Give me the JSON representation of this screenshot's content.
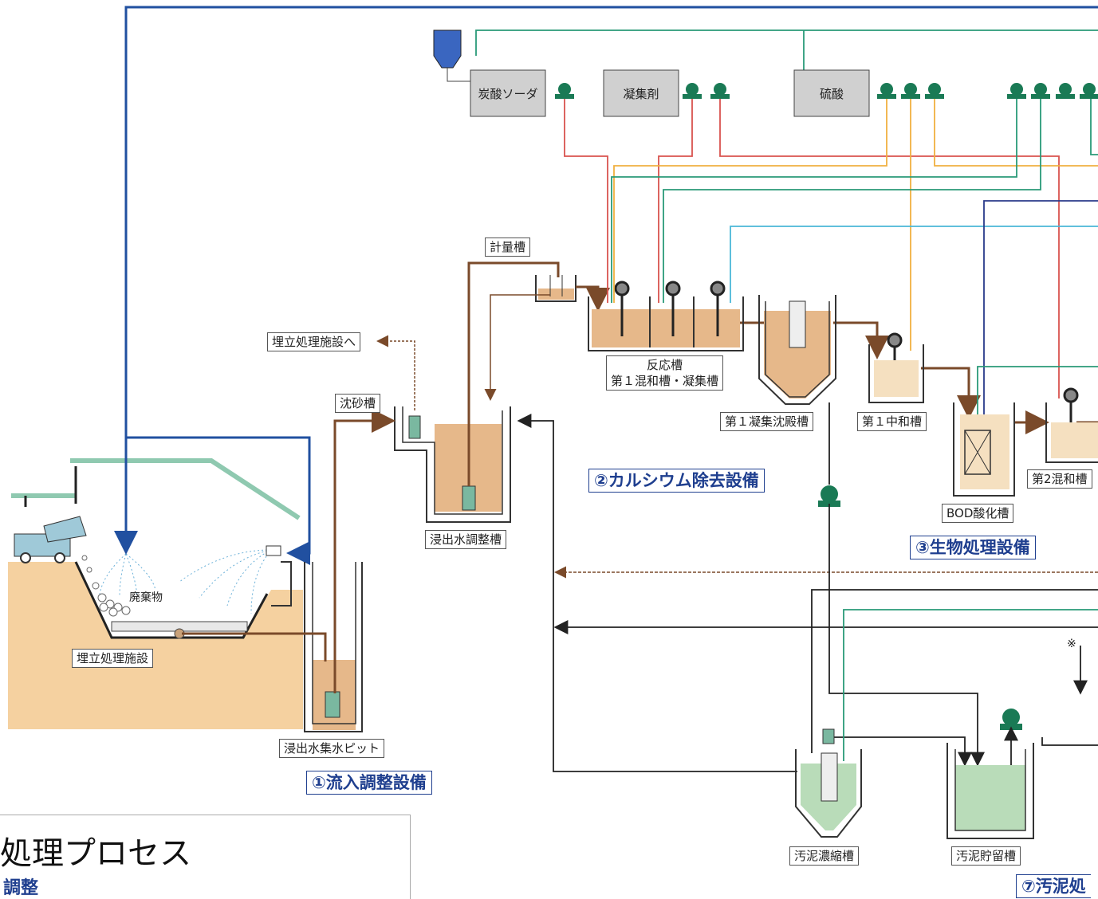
{
  "chemicals": {
    "soda": "炭酸ソーダ",
    "coagulant": "凝集剤",
    "sulfuric": "硫酸"
  },
  "labels": {
    "meter_tank": "計量槽",
    "to_landfill": "埋立処理施設へ",
    "grit": "沈砂槽",
    "adjust_tank": "浸出水調整槽",
    "collect_pit": "浸出水集水ピット",
    "landfill": "埋立処理施設",
    "waste": "廃棄物",
    "reaction_line1": "反応槽",
    "reaction_line2": "第１混和槽・凝集槽",
    "settling1": "第１凝集沈殿槽",
    "neutral1": "第１中和槽",
    "bod": "BOD酸化槽",
    "mix2": "第2混和槽",
    "sludge_thick": "汚泥濃縮槽",
    "sludge_store": "汚泥貯留槽",
    "note_mark": "※"
  },
  "sections": {
    "s1": "①流入調整設備",
    "s2": "②カルシウム除去設備",
    "s3": "③生物処理設備",
    "s7": "⑦汚泥処"
  },
  "bottom": {
    "title": "処理プロセス",
    "subtitle": "調整"
  },
  "colors": {
    "blue_line": "#2150a0",
    "brown_line": "#7a4a2a",
    "green_line": "#2a9a78",
    "red_line": "#d9534f",
    "orange_line": "#f0b040",
    "cyan_line": "#4ab8d8",
    "navy_line": "#2a3a8a",
    "pump_green": "#1a7a55",
    "water_tan": "#e6b88a",
    "ground_tan": "#f3c98f",
    "sludge_green": "#b9dcb9"
  }
}
